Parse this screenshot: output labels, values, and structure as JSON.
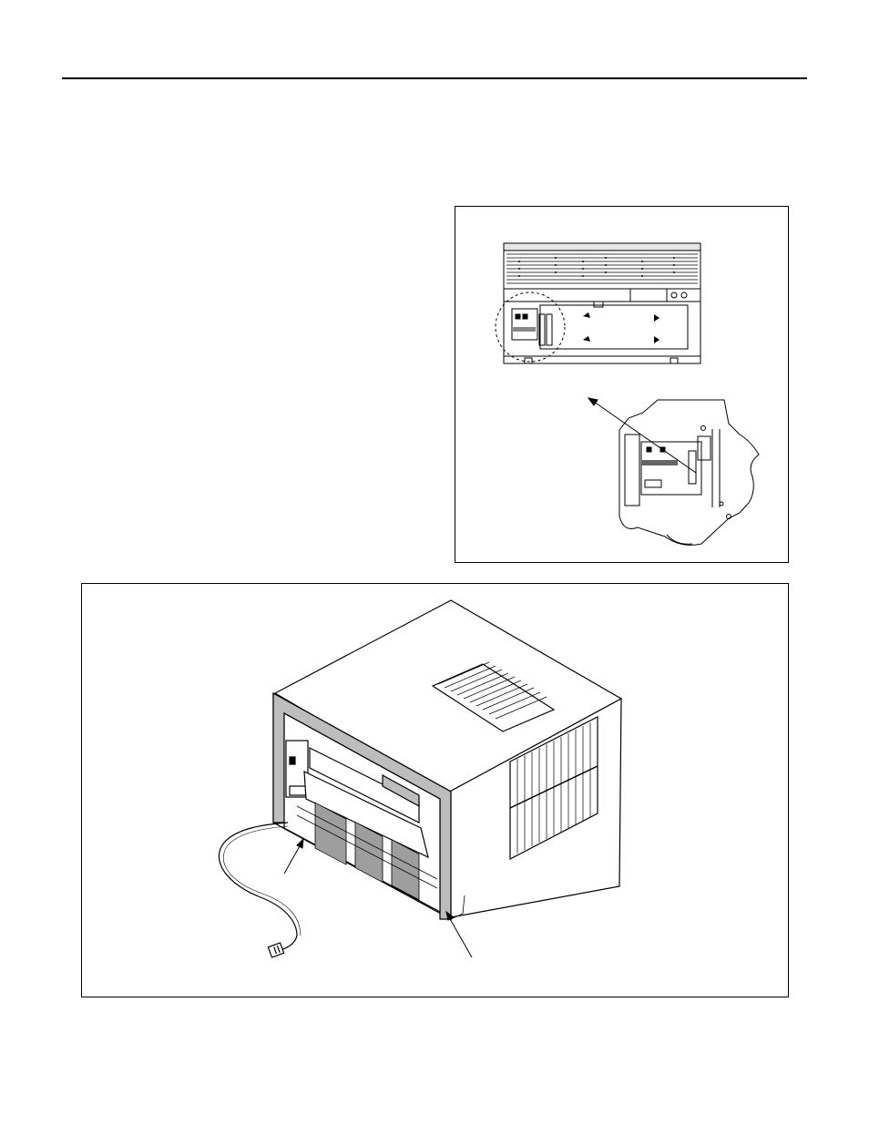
{
  "page": {
    "header_rule": true
  },
  "figures": [
    {
      "id": "top-figure",
      "content": "drawing"
    },
    {
      "id": "bottom-figure",
      "content": "drawing"
    }
  ]
}
